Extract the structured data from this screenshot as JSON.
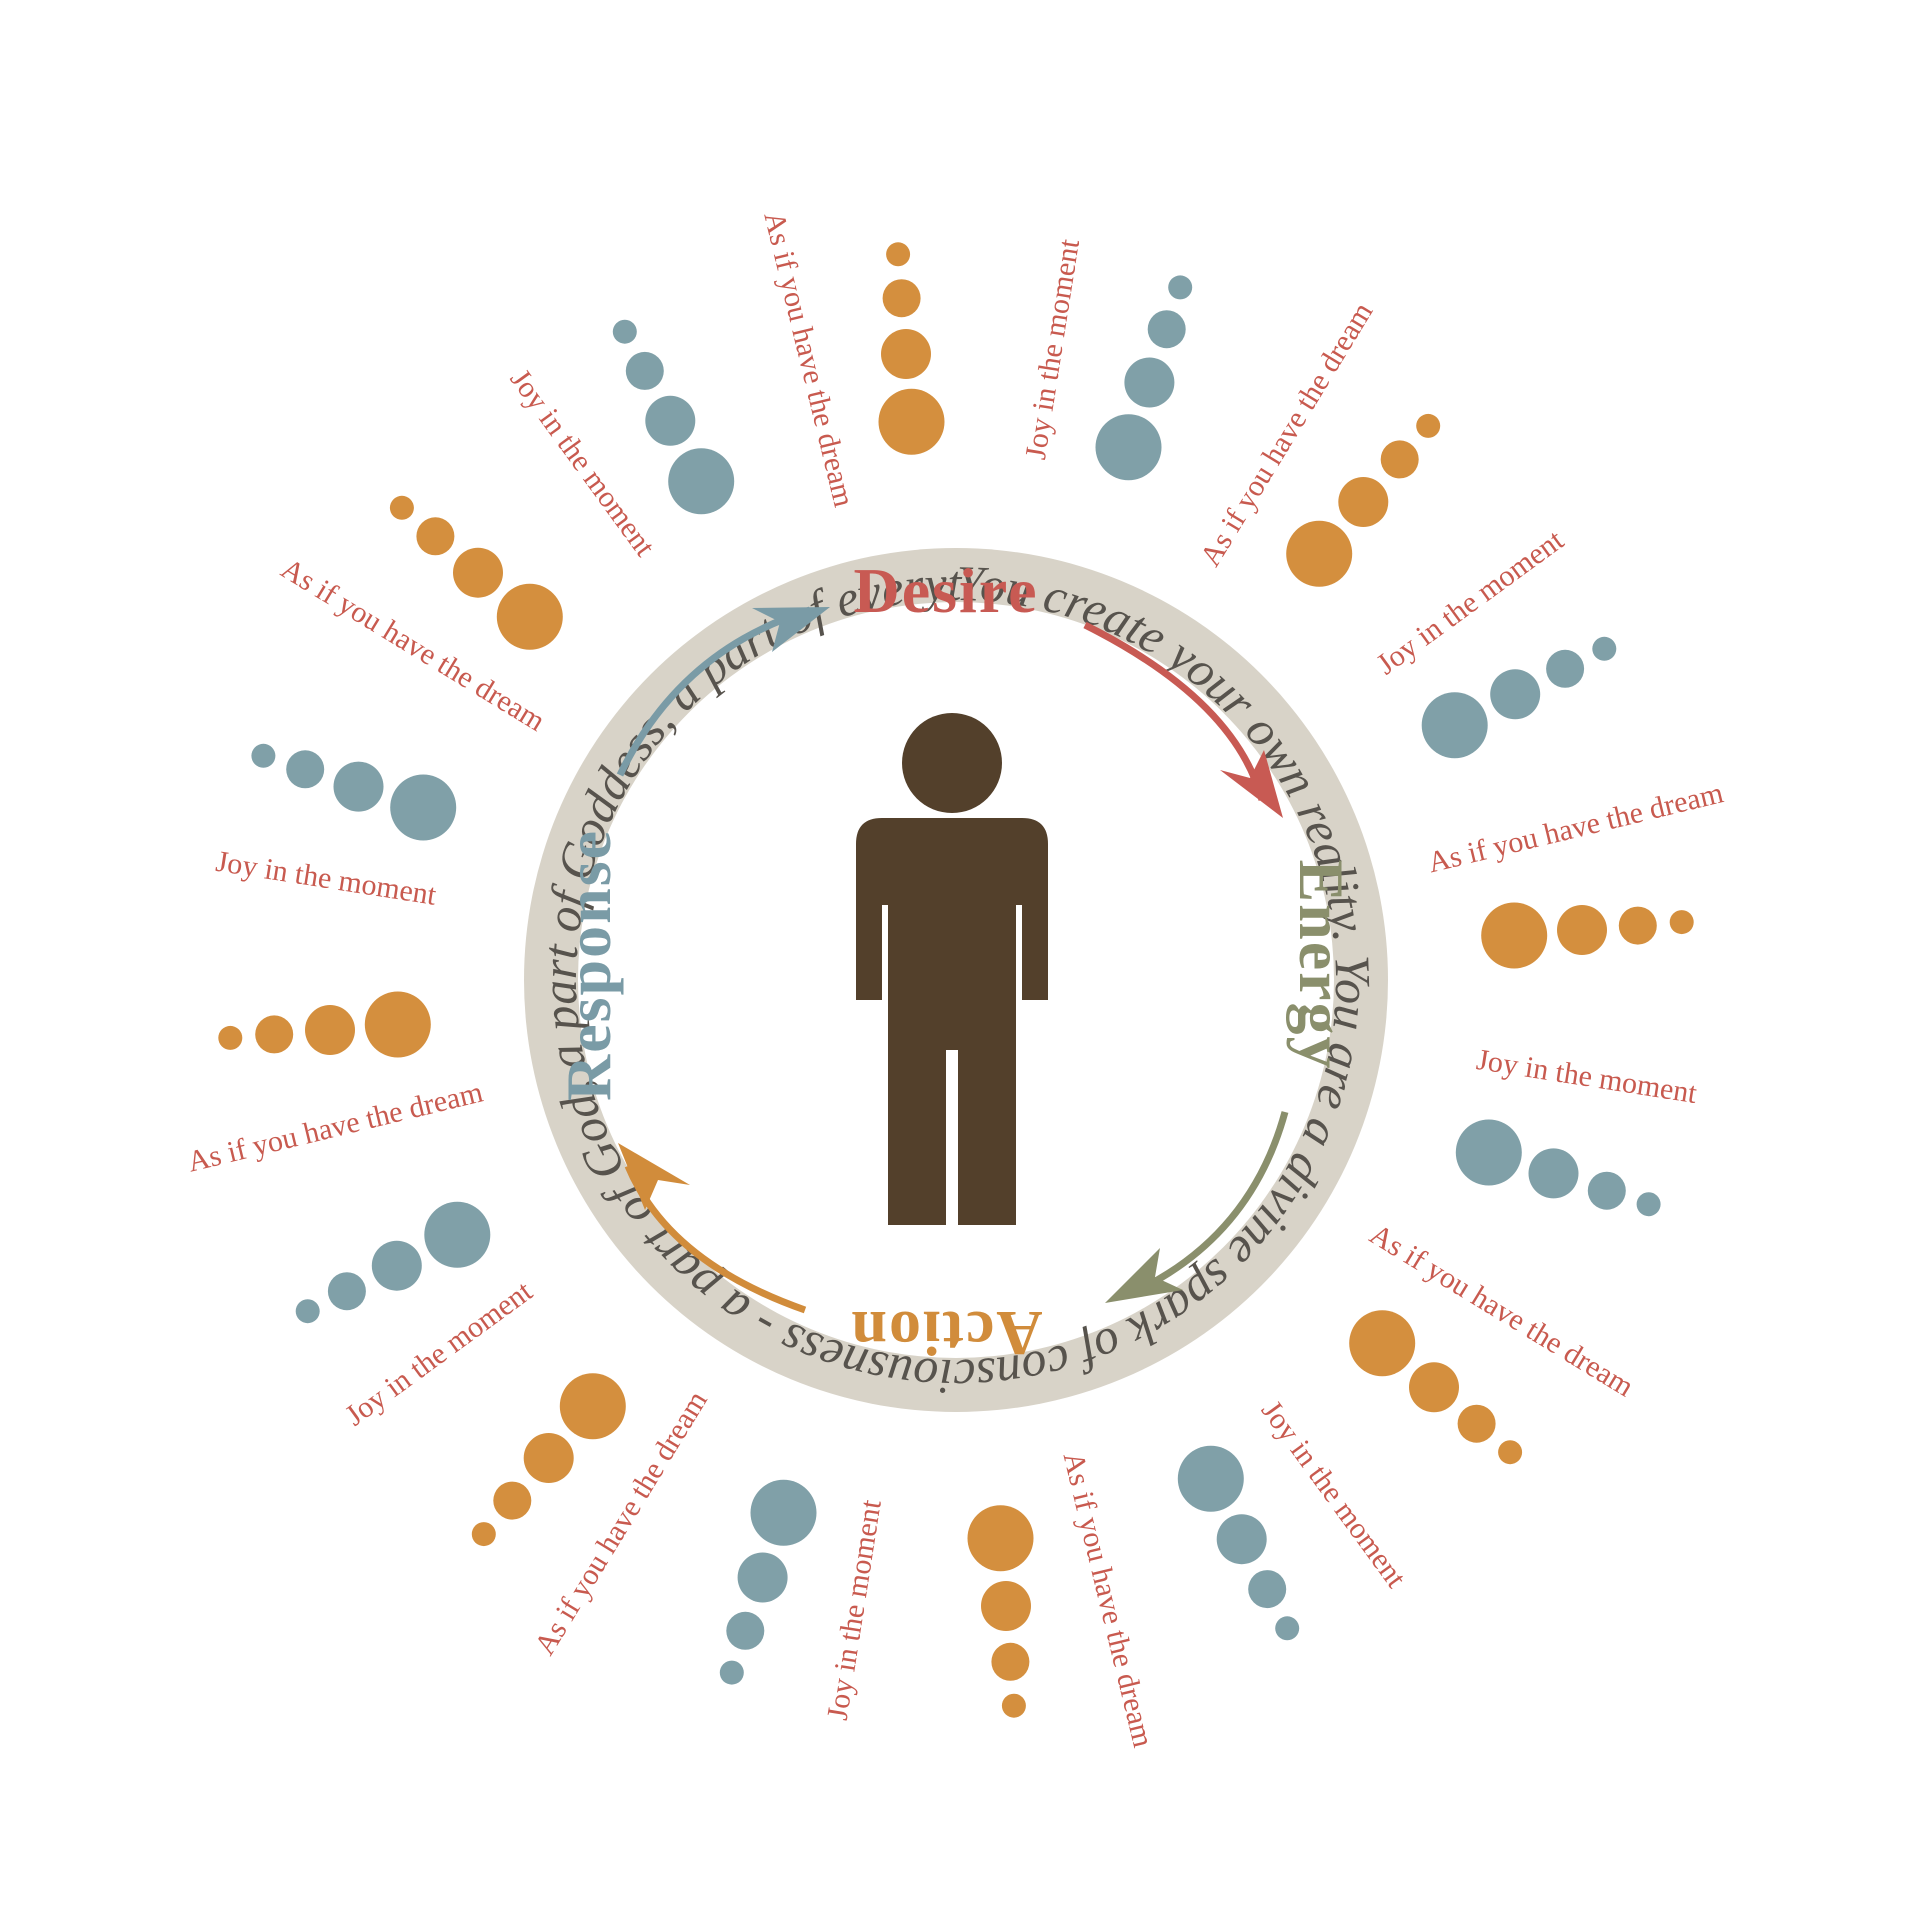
{
  "colors": {
    "background": "#ffffff",
    "ring": "#d8d3c8",
    "ring_text": "#57534d",
    "ray_text": "#c85a4f",
    "dot_teal": "#80a0a8",
    "dot_orange": "#d48f3e",
    "figure": "#53402b",
    "desire": "#c85a53",
    "energy": "#8a8f6c",
    "action": "#d18c3b",
    "response": "#7a9ba6"
  },
  "ring_text": "You create your own reality. You are a divine spark of consciousness - a part of God, a part of Goddess, a part of everything.",
  "cycle": [
    {
      "label": "Desire",
      "color_key": "desire"
    },
    {
      "label": "Energy",
      "color_key": "energy"
    },
    {
      "label": "Action",
      "color_key": "action"
    },
    {
      "label": "Response",
      "color_key": "response"
    }
  ],
  "center_icon": "person-icon",
  "rays": [
    {
      "text": "Joy in the moment",
      "dots": "orange"
    },
    {
      "text": "As if you have the dream",
      "dots": "teal"
    },
    {
      "text": "Joy in the moment",
      "dots": "orange"
    },
    {
      "text": "As if you have the dream",
      "dots": "teal"
    },
    {
      "text": "Joy in the moment",
      "dots": "orange"
    },
    {
      "text": "As if you have the dream",
      "dots": "teal"
    },
    {
      "text": "Joy in the moment",
      "dots": "orange"
    },
    {
      "text": "As if you have the dream",
      "dots": "teal"
    },
    {
      "text": "Joy in the moment",
      "dots": "orange"
    },
    {
      "text": "As if you have the dream",
      "dots": "teal"
    },
    {
      "text": "Joy in the moment",
      "dots": "orange"
    },
    {
      "text": "As if you have the dream",
      "dots": "teal"
    },
    {
      "text": "Joy in the moment",
      "dots": "orange"
    },
    {
      "text": "As if you have the dream",
      "dots": "teal"
    },
    {
      "text": "Joy in the moment",
      "dots": "orange"
    },
    {
      "text": "As if you have the dream",
      "dots": "teal"
    }
  ]
}
